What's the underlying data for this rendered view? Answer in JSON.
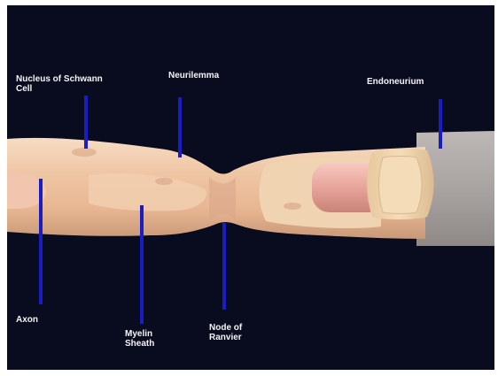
{
  "labels": {
    "schwann": "Nucleus of Schwann\nCell",
    "neurilemma": "Neurilemma",
    "endoneurium": "Endoneurium",
    "axon": "Axon",
    "myelin": "Myelin\nSheath",
    "node": "Node of\nRanvier"
  },
  "colors": {
    "background": "#090c1f",
    "pointer": "#1b1dc4",
    "label_text": "#f4f4f4",
    "tissue": "#f0c9a8",
    "endoneurium": "#a8a4a4"
  }
}
